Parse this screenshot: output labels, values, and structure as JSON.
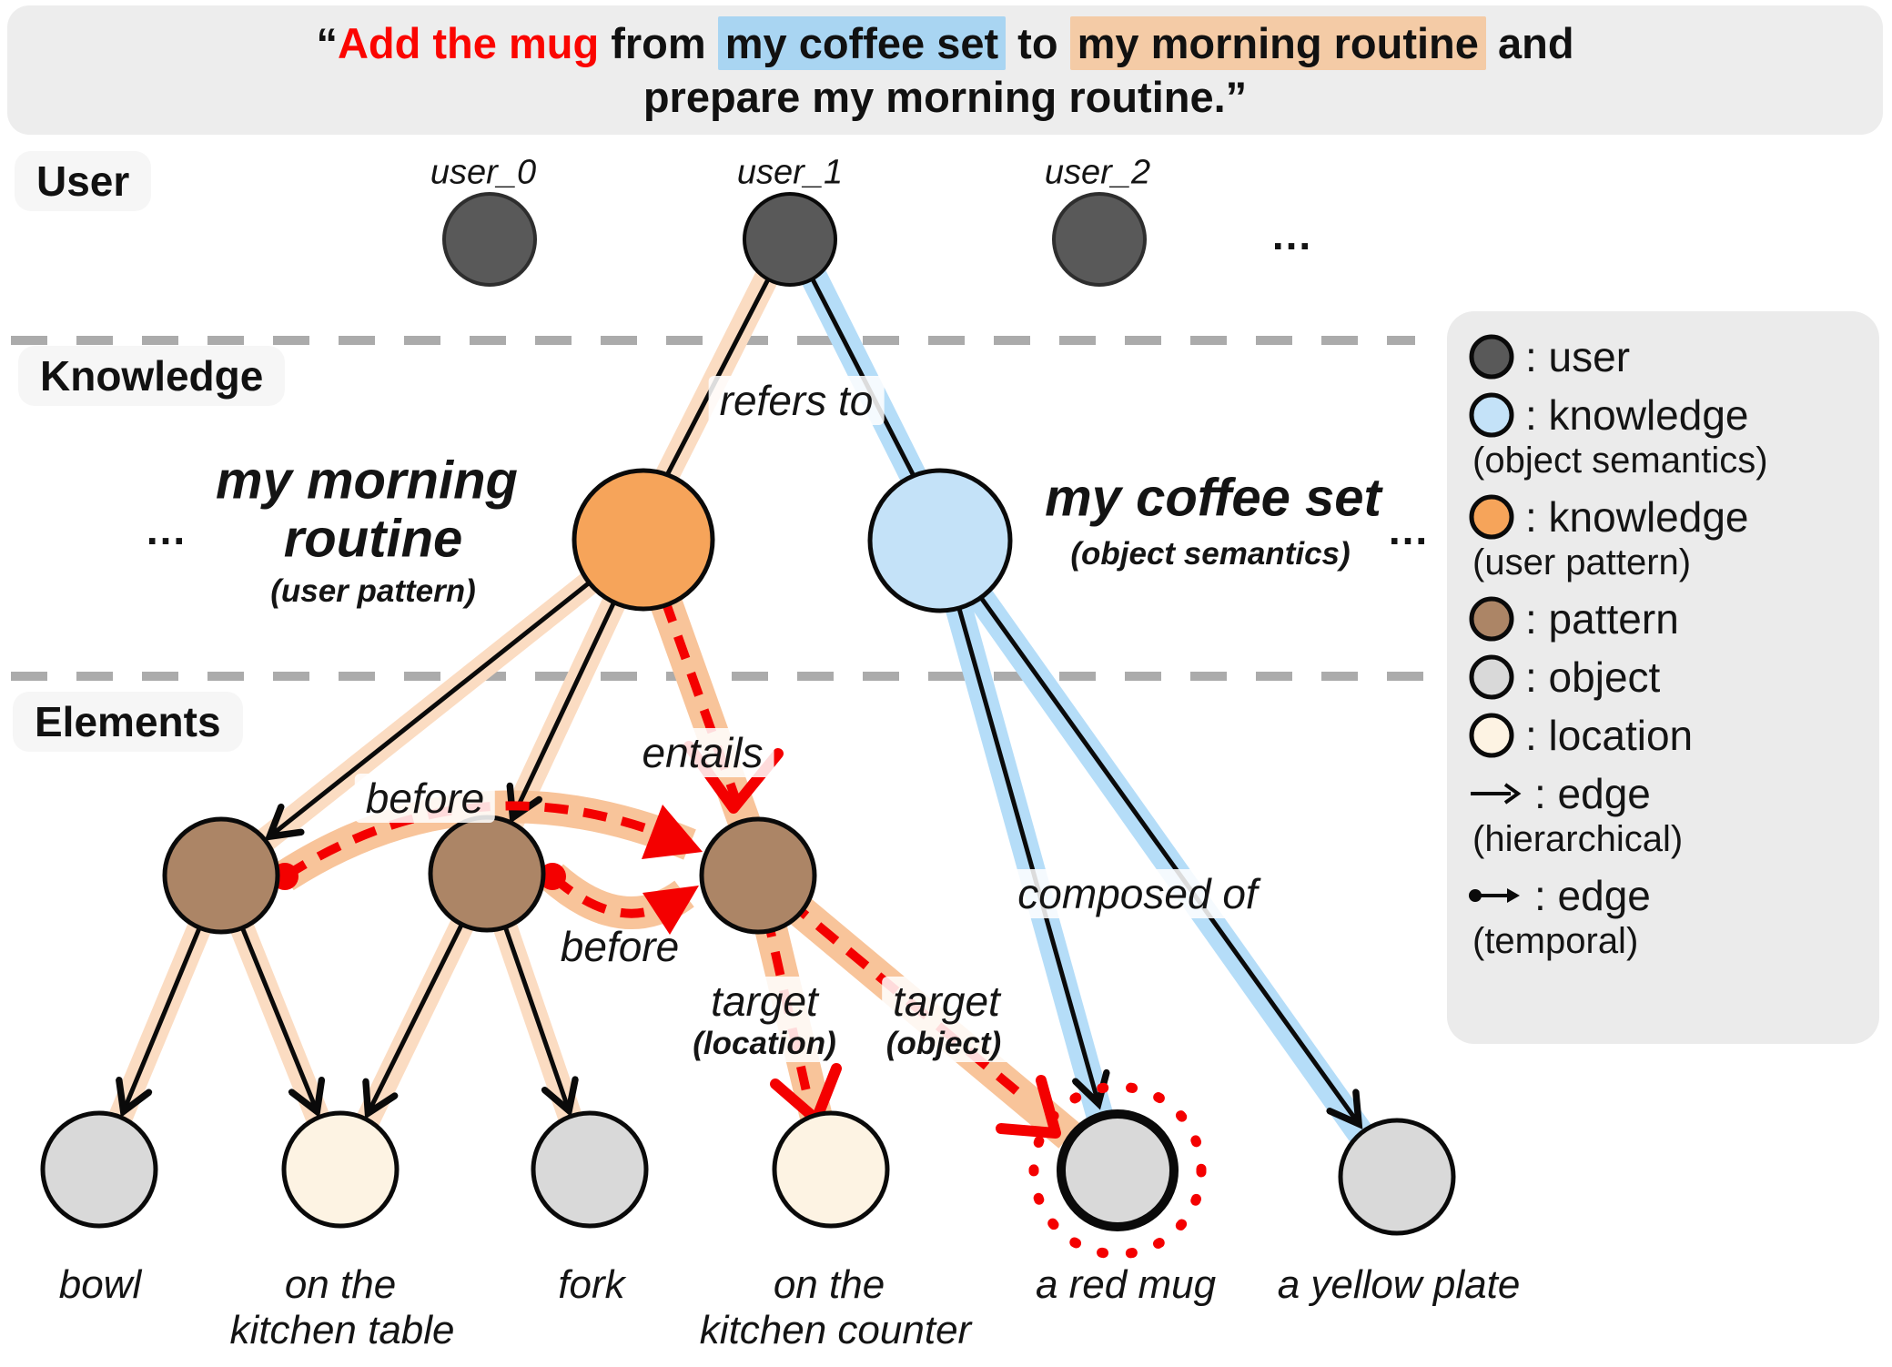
{
  "banner": {
    "quote_open": "“",
    "part_red": "Add the mug",
    "part_mid1": " from ",
    "part_blue": "my coffee set",
    "part_mid2": " to ",
    "part_orange": "my morning routine",
    "part_mid3": " and",
    "line2": "prepare my morning routine.”"
  },
  "layers": {
    "user_label": "User",
    "knowledge_label": "Knowledge",
    "elements_label": "Elements"
  },
  "users": {
    "user0_label": "user_0",
    "user1_label": "user_1",
    "user2_label": "user_2",
    "ellipsis": "..."
  },
  "knowledge": {
    "pattern_node": {
      "line1": "my morning",
      "line2": "routine",
      "subtitle": "(user pattern)",
      "ellipsis": "..."
    },
    "semantics_node": {
      "title": "my coffee set",
      "subtitle": "(object semantics)",
      "ellipsis": "..."
    }
  },
  "edge_labels": {
    "refers_to": "refers to",
    "entails": "entails",
    "before_1": "before",
    "before_2": "before",
    "composed_of": "composed of",
    "target_location_line1": "target",
    "target_location_line2": "(location)",
    "target_object_line1": "target",
    "target_object_line2": "(object)"
  },
  "element_labels": {
    "bowl": "bowl",
    "table_line1": "on the",
    "table_line2": "kitchen table",
    "fork": "fork",
    "counter_line1": "on the",
    "counter_line2": "kitchen counter",
    "mug": "a red mug",
    "plate": "a yellow plate"
  },
  "colors": {
    "user_node": "#595959",
    "knowledge_object": "#c4e2f8",
    "knowledge_pattern": "#f6a45a",
    "pattern": "#ac8566",
    "object": "#d9d9d9",
    "location": "#fdf3e3",
    "beam_orange_light": "#fbdcc2",
    "beam_orange_strong": "#f8c49a",
    "beam_blue": "#b5ddf8",
    "red_accent": "#f40000",
    "banner_red_text": "#fb0500",
    "banner_blue_highlight": "#a9d5f2",
    "banner_orange_highlight": "#f4cba6"
  },
  "legend": {
    "items": [
      {
        "label": ": user",
        "sub": "",
        "color": "#595959"
      },
      {
        "label": ": knowledge",
        "sub": "(object semantics)",
        "color": "#c4e2f8"
      },
      {
        "label": ": knowledge",
        "sub": "(user pattern)",
        "color": "#f6a45a"
      },
      {
        "label": ": pattern",
        "sub": "",
        "color": "#ac8566"
      },
      {
        "label": ": object",
        "sub": "",
        "color": "#d9d9d9"
      },
      {
        "label": ": location",
        "sub": "",
        "color": "#fdf3e3"
      },
      {
        "label": ": edge",
        "sub": "(hierarchical)"
      },
      {
        "label": ": edge",
        "sub": "(temporal)"
      }
    ]
  }
}
